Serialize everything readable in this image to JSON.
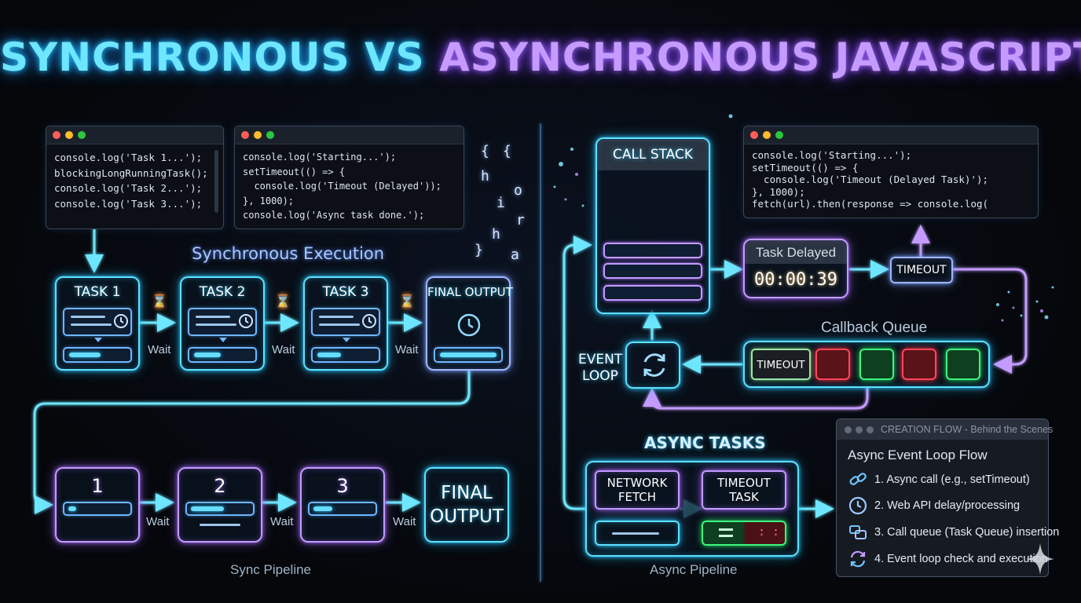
{
  "title": {
    "part1": "SYNCHRONOUS VS",
    "part2": "ASYNCHRONOUS JAVASCRIPT"
  },
  "colors": {
    "cyan": "#5ee1ff",
    "purple": "#c49bff",
    "red": "#ff4659",
    "green": "#3ff57e",
    "timer": "#ffd27a"
  },
  "sync": {
    "code1": [
      "console.log('Task 1...');",
      "blockingLongRunningTask();",
      "console.log('Task 2...');",
      "console.log('Task 3...');"
    ],
    "code2": [
      "console.log('Starting...');",
      "setTimeout(() => {",
      "  console.log('Timeout (Delayed'));",
      "}, 1000);",
      "console.log('Async task done.');"
    ],
    "heading": "Synchronous Execution",
    "tasks": [
      "TASK 1",
      "TASK 2",
      "TASK 3",
      "FINAL OUTPUT"
    ],
    "wait": "Wait",
    "pipeline_steps": [
      "1",
      "2",
      "3"
    ],
    "pipeline_final": [
      "FINAL",
      "OUTPUT"
    ],
    "pipeline_caption": "Sync Pipeline",
    "icons": [
      "hourglass-icon",
      "clock-icon"
    ]
  },
  "floating_glyphs": [
    "{",
    "{",
    "h",
    "o",
    "i",
    "r",
    "h",
    "}",
    "a"
  ],
  "async": {
    "call_stack": "CALL STACK",
    "code": [
      "console.log('Starting...');",
      "setTimeout(() => {",
      "  console.log('Timeout (Delayed Task)');",
      "}, 1000);",
      "fetch(url).then(response => console.log("
    ],
    "task_delayed_label": "Task Delayed",
    "task_delayed_time": "00:00:39",
    "timeout": "TIMEOUT",
    "callback_queue": "Callback Queue",
    "queue_first": "TIMEOUT",
    "queue_blocks": [
      "red",
      "green",
      "red",
      "green"
    ],
    "event_loop": [
      "EVENT",
      "LOOP"
    ],
    "async_tasks_heading": "ASYNC TASKS",
    "network_fetch": [
      "NETWORK",
      "FETCH"
    ],
    "timeout_task": [
      "TIMEOUT",
      "TASK"
    ],
    "pipeline_caption": "Async Pipeline"
  },
  "creation_flow": {
    "header": "CREATION FLOW - Behind the Scenes",
    "title": "Async Event Loop Flow",
    "steps": [
      {
        "icon": "link-icon",
        "text": "1. Async call (e.g., setTimeout)"
      },
      {
        "icon": "clock-icon",
        "text": "2. Web API delay/processing"
      },
      {
        "icon": "stack-icon",
        "text": "3. Call queue (Task Queue) insertion"
      },
      {
        "icon": "loop-icon",
        "text": "4. Event loop check and execution"
      }
    ]
  }
}
